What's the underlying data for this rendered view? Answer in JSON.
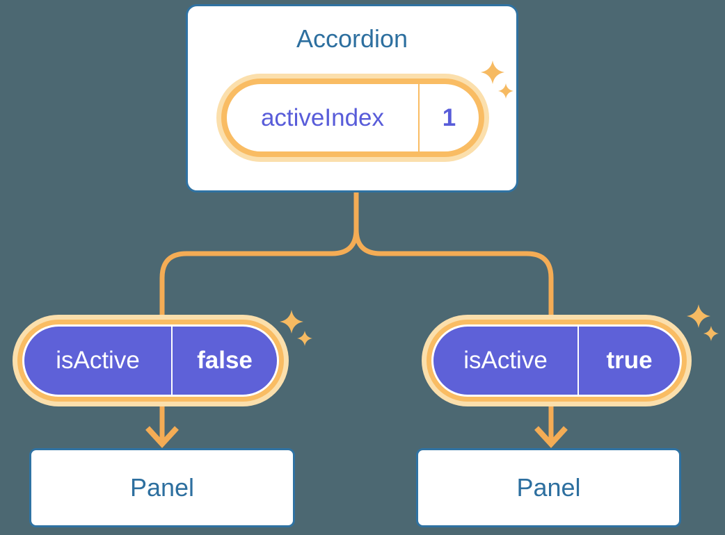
{
  "colors": {
    "background": "#4C6872",
    "box_blue": "#2F72A2",
    "text_blue": "#2D6F9F",
    "line_orange": "#F4AC55",
    "pill_border_orange": "#F9BC63",
    "glow_orange": "#FBDFAC",
    "pill_purple": "#5E61D8",
    "text_purple": "#585CD9",
    "sparkle_orange": "#F6BA62",
    "white": "#FFFFFF"
  },
  "accordion": {
    "title": "Accordion",
    "state": {
      "name": "activeIndex",
      "value": "1"
    }
  },
  "panels": [
    {
      "prop_name": "isActive",
      "prop_value": "false",
      "label": "Panel"
    },
    {
      "prop_name": "isActive",
      "prop_value": "true",
      "label": "Panel"
    }
  ]
}
